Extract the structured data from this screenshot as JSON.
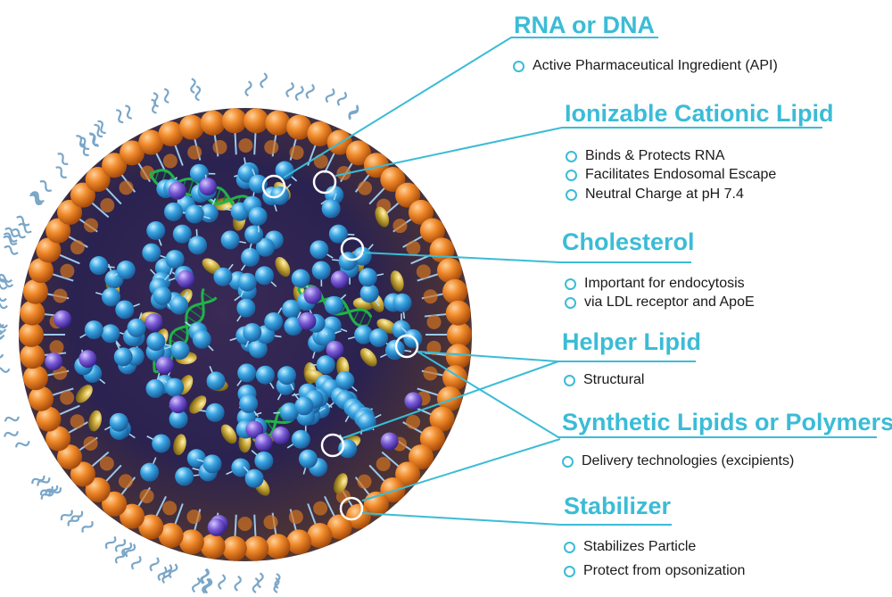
{
  "components": [
    {
      "id": "rna",
      "title": "RNA or DNA",
      "items": [
        "Active Pharmaceutical Ingredient (API)"
      ]
    },
    {
      "id": "ionizable",
      "title": "Ionizable Cationic Lipid",
      "items": [
        "Binds & Protects RNA",
        "Facilitates Endosomal Escape",
        "Neutral Charge at pH 7.4"
      ]
    },
    {
      "id": "cholesterol",
      "title": "Cholesterol",
      "items": [
        "Important for endocytosis",
        "via LDL receptor and ApoE"
      ]
    },
    {
      "id": "helper",
      "title": "Helper Lipid",
      "items": [
        "Structural"
      ]
    },
    {
      "id": "synthetic",
      "title": "Synthetic Lipids or Polymers",
      "items": [
        "Delivery technologies (excipients)"
      ]
    },
    {
      "id": "stabilizer",
      "title": "Stabilizer",
      "items": [
        "Stabilizes Particle",
        "Protect from opsonization"
      ]
    }
  ],
  "colors": {
    "accent": "#3bbcd6",
    "outer_head": "#f08a2a",
    "inner_head": "#3a9fe0",
    "cholesterol": "#c9a838",
    "helper": "#7a5bd6",
    "rna": "#22b24a",
    "text": "#1a1a1a"
  }
}
